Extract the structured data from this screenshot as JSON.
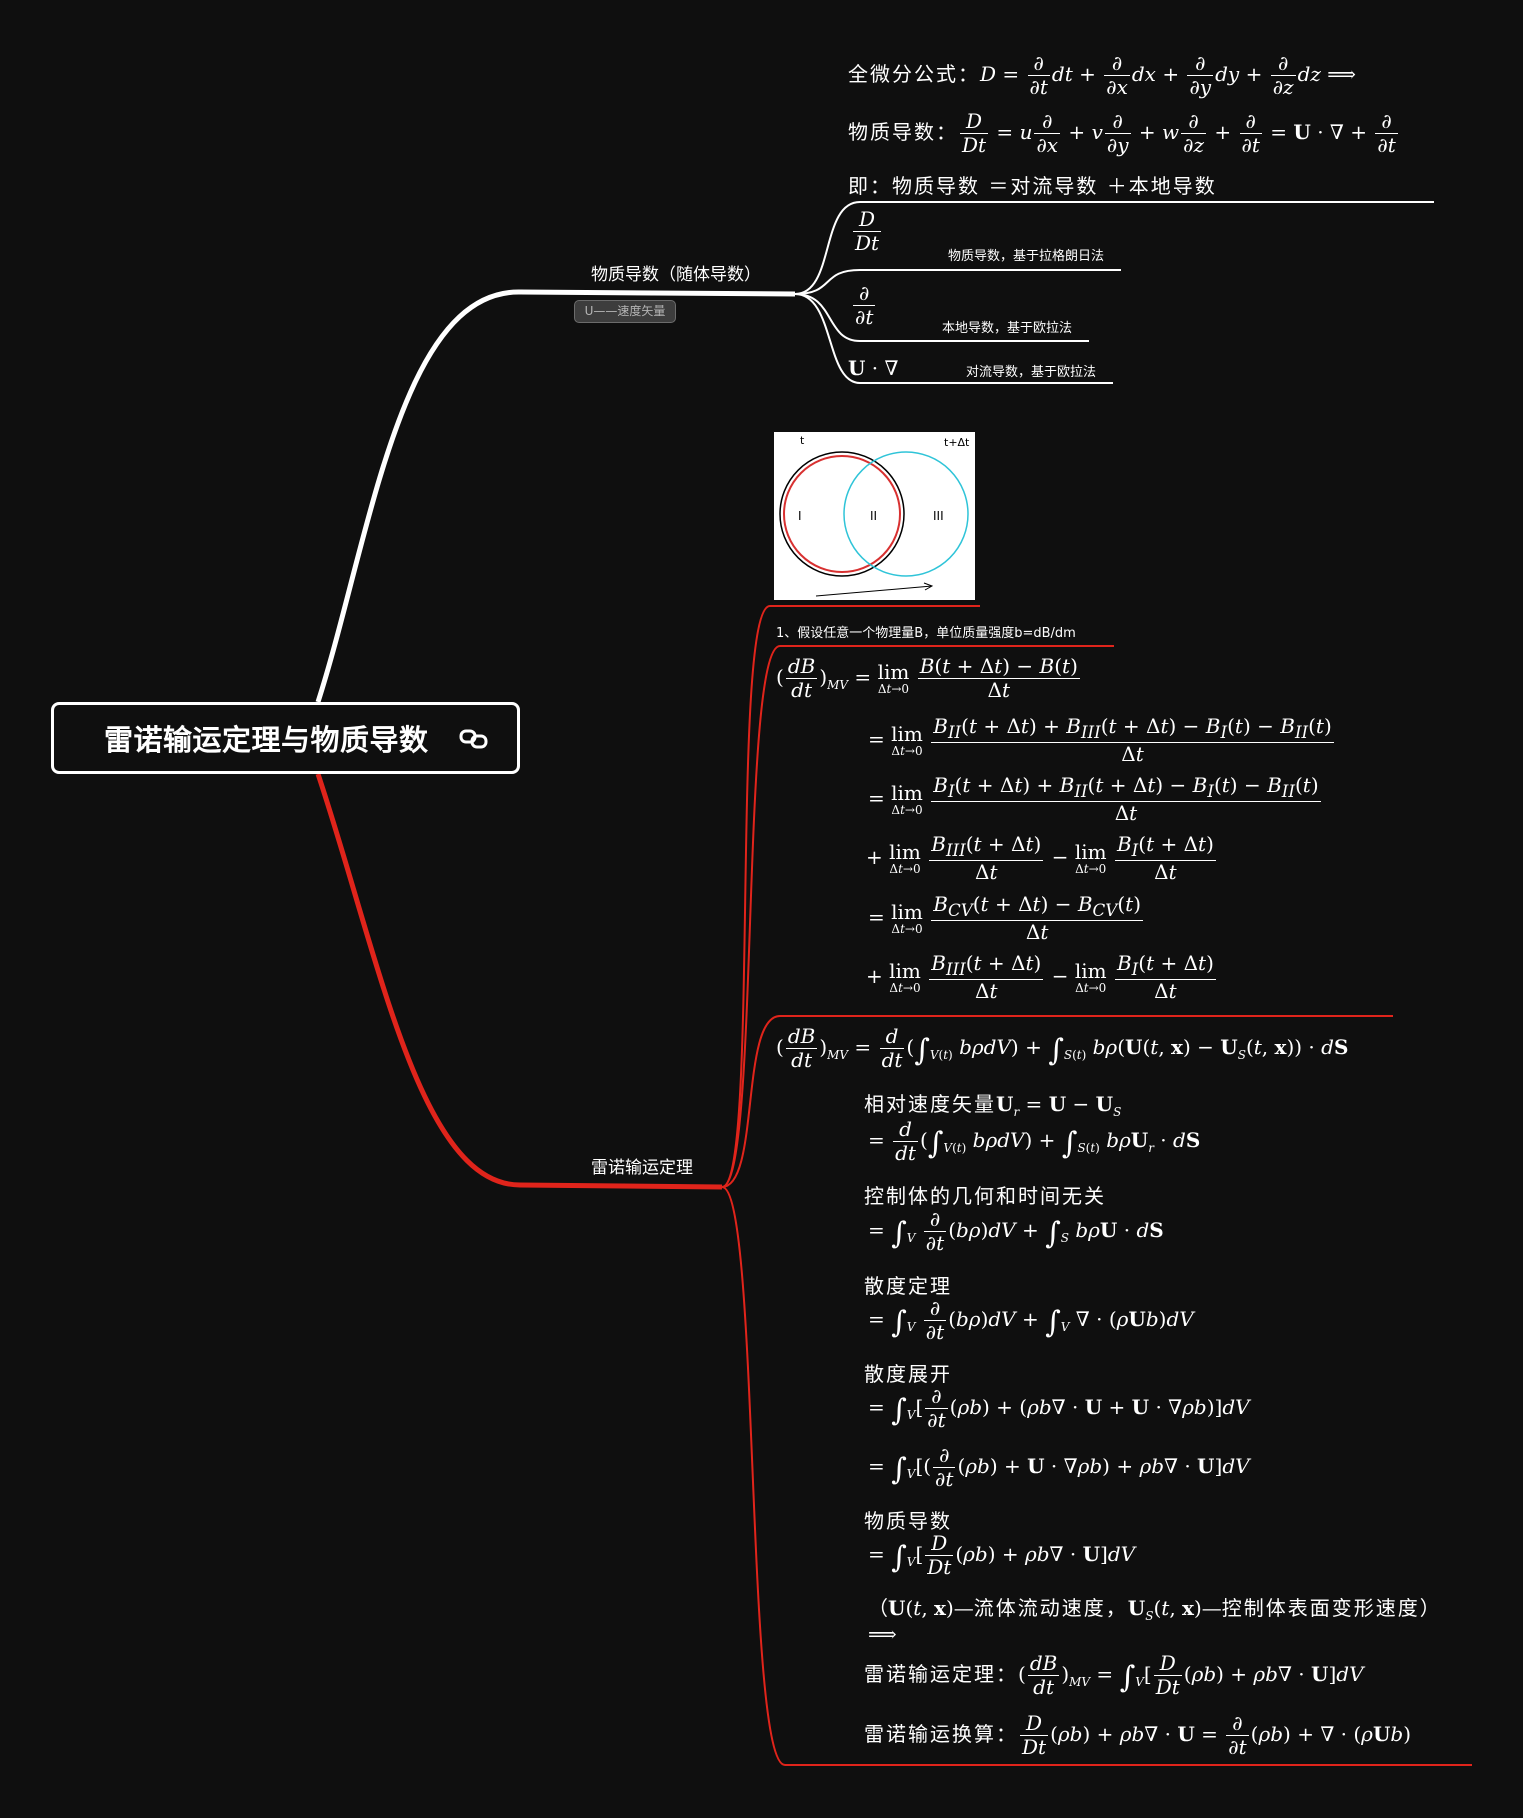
{
  "root": {
    "title": "雷诺输运定理与物质导数"
  },
  "branches": {
    "material_derivative": {
      "title": "物质导数（随体导数）",
      "note": "U——速度矢量",
      "formula_total_label": "全微分公式：",
      "formula_material_label": "物质导数：",
      "formula_summary": "即：物质导数 ＝对流导数 ＋本地导数",
      "children": [
        {
          "label": "物质导数，基于拉格朗日法"
        },
        {
          "label": "本地导数，基于欧拉法"
        },
        {
          "label": "对流导数，基于欧拉法"
        }
      ]
    },
    "reynolds": {
      "title": "雷诺输运定理",
      "diagram": {
        "t_label": "t",
        "t2_label": "t+Δt",
        "region1": "I",
        "region2": "II",
        "region3": "III"
      },
      "assumption": "1、假设任意一个物理量B，单位质量强度b=dB/dm",
      "steps": {
        "relative_velocity": "相对速度矢量",
        "cv_independent": "控制体的几何和时间无关",
        "divergence_theorem": "散度定理",
        "divergence_expand": "散度展开",
        "material_deriv": "物质导数",
        "definition": "流体流动速度，",
        "definition2": "控制体表面变形速度）",
        "final_label": "雷诺输运定理：",
        "transform_label": "雷诺输运换算："
      }
    }
  },
  "colors": {
    "upper_branch": "#ffffff",
    "lower_branch": "#e0241b",
    "circle_t": "#d83131",
    "circle_t2": "#2fc4d8"
  }
}
